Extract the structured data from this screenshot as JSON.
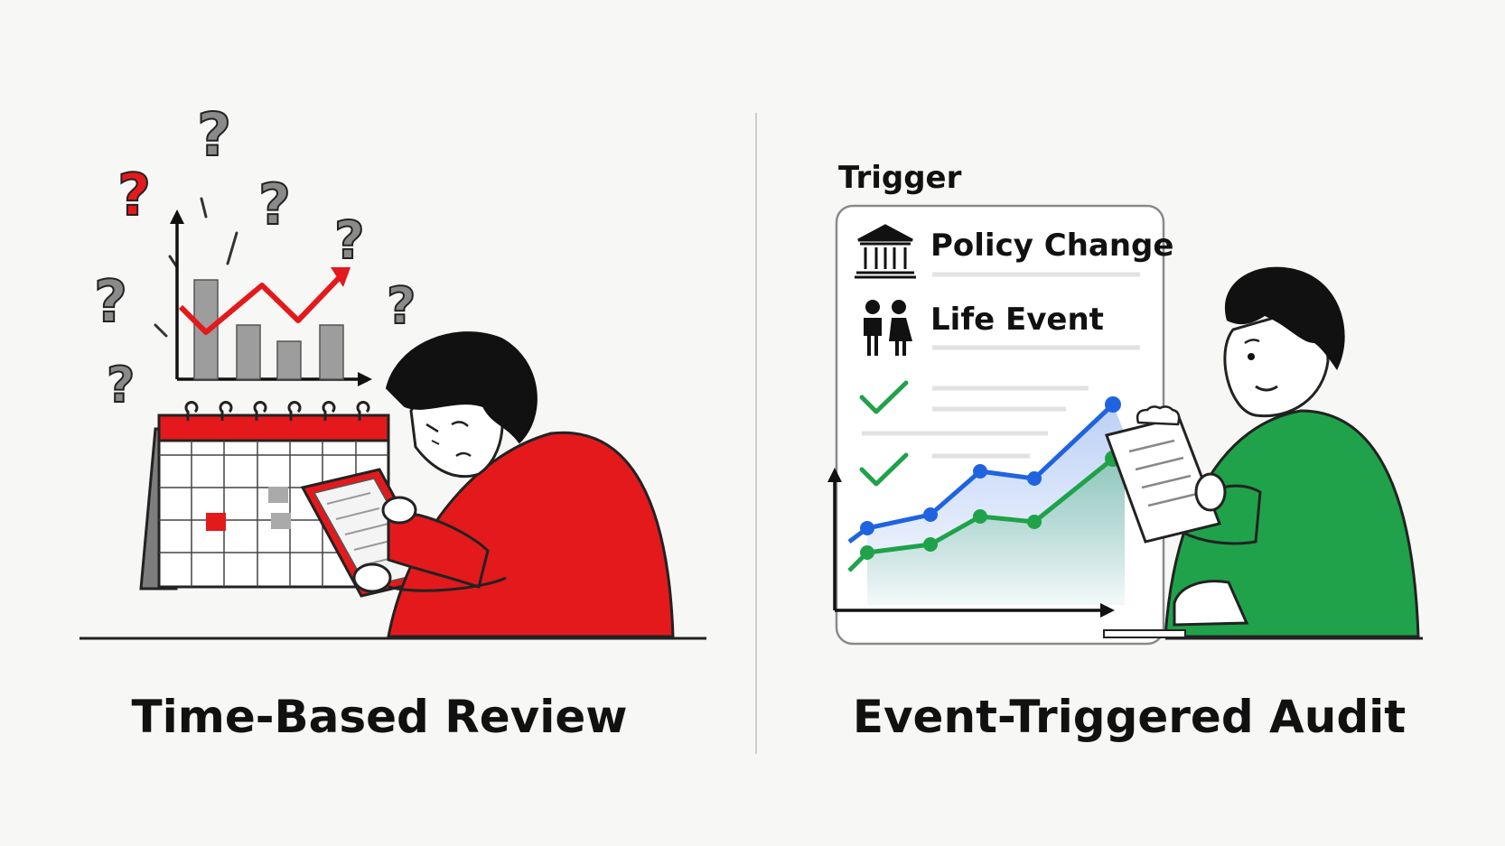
{
  "left_panel": {
    "caption": "Time-Based Review",
    "chart_glyphs": [
      "?",
      "?",
      "?",
      "?",
      "?",
      "?",
      "?"
    ],
    "accent_color": "#e3191c",
    "bar_color": "#9d9d9d"
  },
  "right_panel": {
    "card_heading": "Trigger",
    "triggers": [
      {
        "label": "Policy Change",
        "icon": "government-building-icon"
      },
      {
        "label": "Life Event",
        "icon": "people-couple-icon"
      }
    ],
    "check_icons": [
      "checkmark-icon",
      "checkmark-icon"
    ],
    "caption": "Event-Triggered Audit",
    "accent_color": "#1fa24a",
    "line_color_blue": "#1f63e0"
  }
}
